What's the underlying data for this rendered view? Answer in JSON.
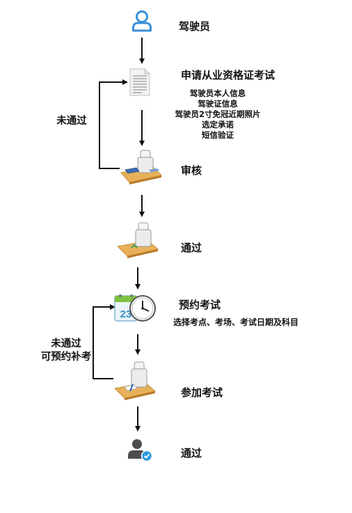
{
  "flow": {
    "steps": [
      {
        "id": "driver",
        "icon": "user-outline-icon",
        "title": "驾驶员"
      },
      {
        "id": "apply",
        "icon": "document-icon",
        "title": "申请从业资格证考试",
        "details": [
          "驾驶员本人信息",
          "驾驶证信息",
          "驾驶员2寸免冠近期照片",
          "选定承诺",
          "短信验证"
        ]
      },
      {
        "id": "review",
        "icon": "desk-review-icon",
        "title": "审核"
      },
      {
        "id": "pass1",
        "icon": "desk-approved-icon",
        "title": "通过"
      },
      {
        "id": "book",
        "icon": "calendar-clock-icon",
        "title": "预约考试",
        "subtitle": "选择考点、考场、考试日期及科目"
      },
      {
        "id": "exam",
        "icon": "desk-exam-icon",
        "title": "参加考试"
      },
      {
        "id": "pass2",
        "icon": "user-verified-icon",
        "title": "通过"
      }
    ],
    "loops": [
      {
        "label_lines": [
          "未通过"
        ]
      },
      {
        "label_lines": [
          "未通过",
          "可预约补考"
        ]
      }
    ],
    "calendar_day": "23"
  },
  "colors": {
    "arrow": "#111111",
    "user_outline": "#3a8fd8",
    "desk": "#e7b15a",
    "check": "#2c9be0"
  }
}
